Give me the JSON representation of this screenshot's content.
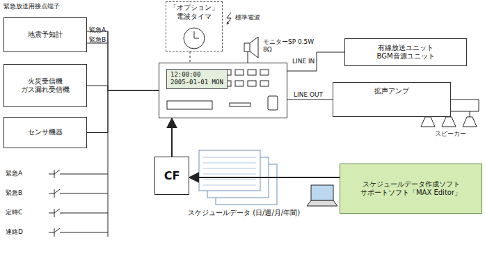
{
  "diagram": {
    "nodes": [
      {
        "text": [
          "12:00:00",
          "2005-01-01 MON"
        ]
      },
      {
        "text": [
          "地震予知計"
        ]
      },
      {
        "text": [
          "火災受信機 ガス漏れ受信機"
        ]
      },
      {
        "text": [
          "センサ機器"
        ]
      },
      {
        "text": [
          "「オプション」電波タイマ"
        ]
      },
      {
        "text": [
          "有線放送ユニット BGM音源ユニット"
        ]
      },
      {
        "text": [
          "拡声アンプ"
        ]
      },
      {
        "text": [
          "スケジュールデータ作成ソフト",
          "サポートソフト「MAX Editor」"
        ]
      },
      {
        "text": [
          "CF"
        ]
      }
    ],
    "edges": [
      {
        "from": 1,
        "to": 0,
        "arrow": "none"
      },
      {
        "from": 2,
        "to": 0,
        "arrow": "none"
      },
      {
        "from": 3,
        "to": 0,
        "arrow": "none"
      },
      {
        "from": 4,
        "to": 0,
        "arrow": "none"
      },
      {
        "from": 0,
        "to": 5,
        "label": "LINE IN",
        "arrow": "none"
      },
      {
        "from": 0,
        "to": 6,
        "label": "LINE OUT",
        "arrow": "none"
      },
      {
        "from": 8,
        "to": 0,
        "arrow": "to"
      },
      {
        "from": 7,
        "to": 8,
        "arrow": "to"
      }
    ],
    "labels": [
      "緊急放送用接点端子",
      "緊急A",
      "緊急B",
      "緊急A",
      "緊急B",
      "定時C",
      "連絡D",
      "標準電波",
      "モニターSP 0.5W 8Ω",
      "スピーカー",
      "スケジュールデータ (日/週/月/年間)"
    ]
  }
}
